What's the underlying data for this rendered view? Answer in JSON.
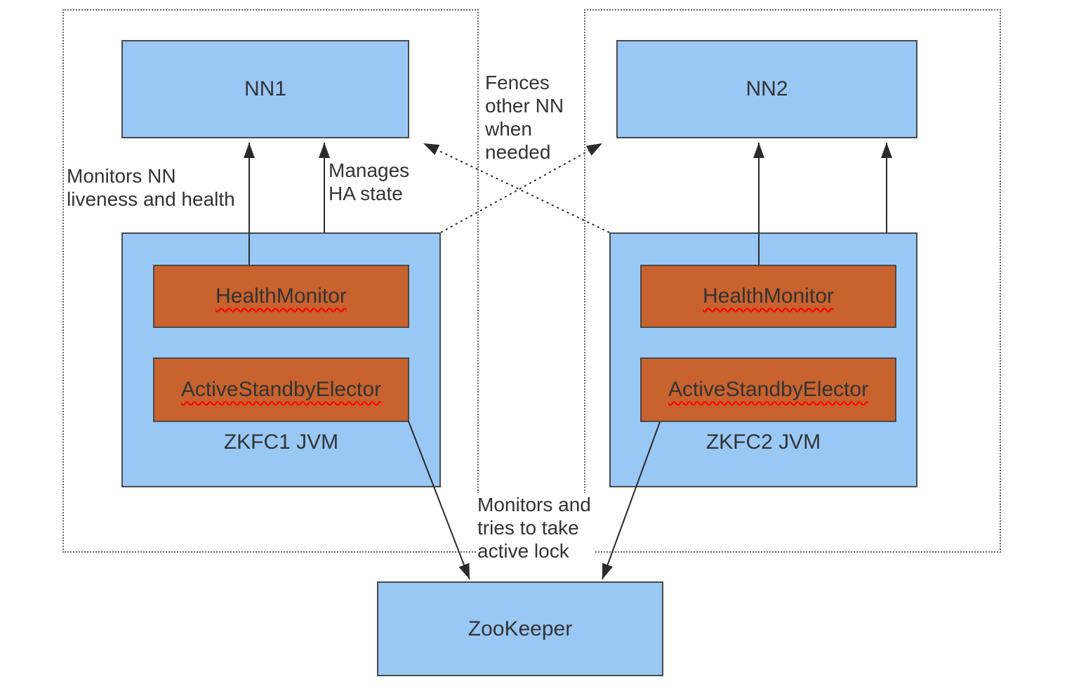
{
  "diagram": {
    "machines": [
      {
        "nn": "NN1",
        "zkfc": "ZKFC1 JVM",
        "health_monitor": "HealthMonitor",
        "elector": "ActiveStandbyElector"
      },
      {
        "nn": "NN2",
        "zkfc": "ZKFC2 JVM",
        "health_monitor": "HealthMonitor",
        "elector": "ActiveStandbyElector"
      }
    ],
    "zookeeper": "ZooKeeper",
    "annotations": {
      "monitors_nn": "Monitors NN\nliveness and health",
      "manages_ha": "Manages\nHA state",
      "fences": "Fences\nother NN\nwhen\nneeded",
      "active_lock": "Monitors and\ntries to take\nactive lock"
    },
    "colors": {
      "node_fill": "#99C8F5",
      "component_fill": "#C8622E",
      "border": "#4A4A4A",
      "text": "#333333",
      "squiggle": "#FF0000",
      "line": "#2B2B2B",
      "dashed_boundary": "#666666"
    }
  }
}
